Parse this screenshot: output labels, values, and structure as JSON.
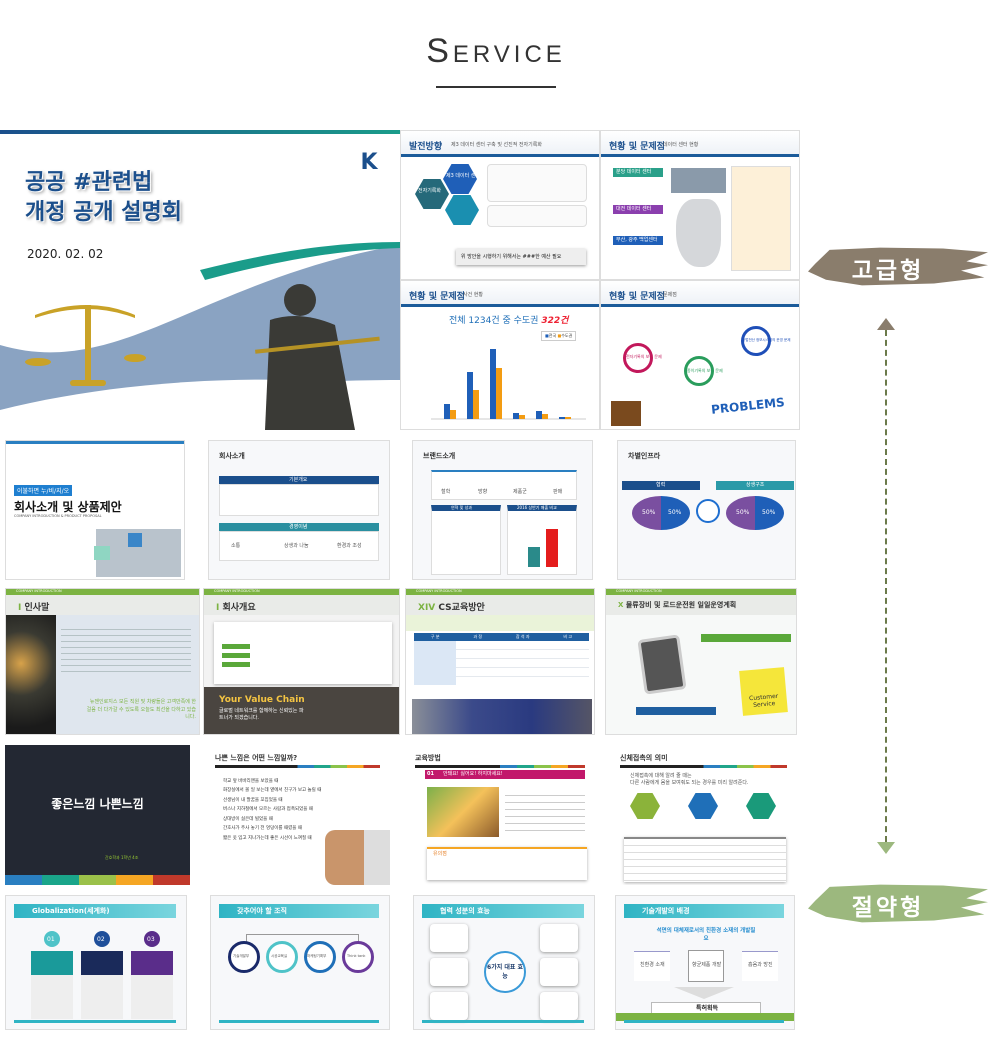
{
  "header": {
    "title": "Service"
  },
  "tiers": {
    "premium": "고급형",
    "economy": "절약형",
    "premium_color": "#8a7d6c",
    "economy_color": "#9cb87e"
  },
  "hero": {
    "title_line1": "공공 #관련법",
    "title_line2": "개정 공개 설명회",
    "date": "2020. 02. 02"
  },
  "premium_slides": [
    {
      "title": "발전방향",
      "subtitle": "제3 데이터 센터 구축 및 선진적 전자기록화",
      "lines": [
        "제3 데이터 센터 구축",
        "전자기록화",
        "위 방안을 시행하기 위해서는 ###한 예산 필요"
      ]
    },
    {
      "title": "현황 및 문제점",
      "subtitle": "데이터 센터 현황",
      "lines": [
        "분당 데이터 센터",
        "대전 데이터 센터",
        "부산, 광주 백업센터"
      ]
    },
    {
      "title": "현황 및 문제점",
      "subtitle": "사건 현황",
      "headline": "전체 1234건 중 수도권",
      "highlight": "322건",
      "legend": [
        "전국",
        "수도권"
      ]
    },
    {
      "title": "현황 및 문제점",
      "subtitle": "문제점",
      "lines": [
        "전자기록의 보전 문제",
        "종이기록의 보전 문제",
        "사법전산 정보시스템의 운영 문제"
      ],
      "banner": "PROBLEMS"
    }
  ],
  "rows": [
    [
      {
        "title": "회사소개 및 상품제안",
        "tag": "이불하면 누/비/지/오",
        "sub": "COMPANY INTRODUCTION & PRODUCT PROPOSAL"
      },
      {
        "title": "회사소개",
        "boxes": [
          "기본개요",
          "경영이념"
        ],
        "items": [
          "소통",
          "상생과 나눔",
          "환경과 조성"
        ]
      },
      {
        "title": "브랜드소개",
        "boxes": [
          "연혁 및 성과",
          "2016 상반기 매출 비교"
        ],
        "items": [
          "철학",
          "방향",
          "제품군",
          "판매"
        ]
      },
      {
        "title": "차별인프라",
        "boxes": [
          "협력",
          "상생구조"
        ],
        "items": [
          "50%",
          "50%",
          "50%",
          "50%"
        ]
      }
    ],
    [
      {
        "num": "I",
        "title": "인사말",
        "band": "COMPANY INTRODUCTION",
        "quote": "뉴젠인로지스 모든 직원 및 차량들은 고객만족에 한걸음 더 다가갈 수 있도록 오늘도 최선을 다하고 있습니다."
      },
      {
        "num": "I",
        "title": "회사개요",
        "band": "COMPANY INTRODUCTION",
        "slogan": "Your Value Chain",
        "slogan_sub": "글로벌 네트워크를 함께하는 신뢰있는 파트너가 되겠습니다."
      },
      {
        "num": "XIV",
        "title": "CS교육방안",
        "band": "COMPANY INTRODUCTION",
        "cols": [
          "구 분",
          "과 정",
          "참 석 자",
          "비 고"
        ]
      },
      {
        "num": "X",
        "title": "물류장비 및 로드운전원 일일운영계획",
        "band": "COMPANY INTRODUCTION",
        "badge": "Customer Service"
      }
    ],
    [
      {
        "title": "좋은느낌 나쁜느낌",
        "credits": "간호학과 1학년 4조"
      },
      {
        "title": "나쁜 느낌은 어떤 느낌일까?",
        "lines": [
          "학교 앞 바바리맨을 보았을 때",
          "화장실에서 볼 일 보는데 옆에서 친구가 보고 놀릴 때",
          "선생님이 내 팔꿈을 꼬집었을 때",
          "버스나 지하철에서 모르는 사람과 접촉되었을 때",
          "상대방이 싫은데 빌었을 때",
          "간호사가 주사 놓기 전 엉덩이를 때렸을 때",
          "짧은 옷 입고 지나가는데 좋은 시선이 느껴질 때"
        ]
      },
      {
        "title": "교육방법",
        "tag": "01",
        "tag_text": "안돼요! 싫어요! 하지마세요!",
        "note": "유의점"
      },
      {
        "title": "신체접촉의 의미",
        "lines": [
          "신체접촉에 대해 알려 줄 때는",
          "다른 사람에게 몸을 보여줘도 되는 경우를 미리 알려준다."
        ]
      }
    ],
    [
      {
        "title": "Globalization(세계화)",
        "items": [
          "01",
          "02",
          "03"
        ]
      },
      {
        "title": "갖추어야 할 조직",
        "items": [
          "기술개발부",
          "시공교육실",
          "마케팅기획부",
          "Think tank"
        ]
      },
      {
        "title": "협력 성분의 효능",
        "center": "6가지 대표 효능"
      },
      {
        "title": "기술개발의 배경",
        "headline": "석면의 대체재로서의 친환경 소재의 개발필요",
        "items": [
          "친환경 소재",
          "향균제품 개발",
          "흡음과 방진"
        ],
        "result": "특허획득"
      }
    ]
  ]
}
